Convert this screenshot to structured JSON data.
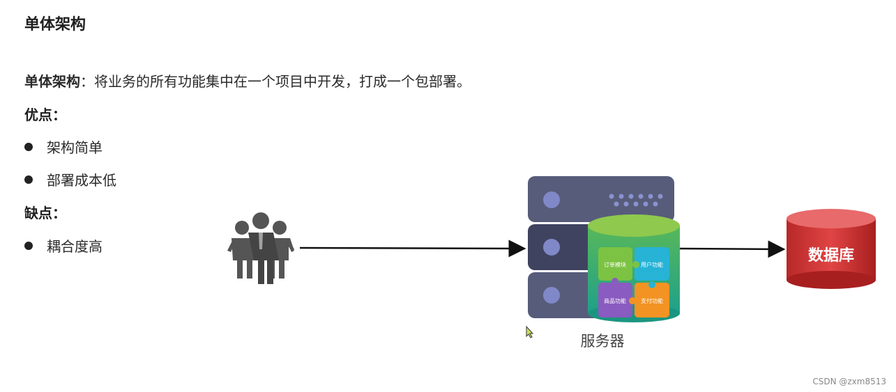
{
  "title": "单体架构",
  "description": {
    "term": "单体架构",
    "text": "：将业务的所有功能集中在一个项目中开发，打成一个包部署。"
  },
  "pros": {
    "heading": "优点：",
    "items": [
      "架构简单",
      "部署成本低"
    ]
  },
  "cons": {
    "heading": "缺点：",
    "items": [
      "耦合度高"
    ]
  },
  "diagram": {
    "server_label": "服务器",
    "database_label": "数据库",
    "modules": [
      "订单模块",
      "用户功能",
      "商品功能",
      "支付功能"
    ]
  },
  "watermark": "CSDN @zxm8513",
  "colors": {
    "server": "#555a78",
    "server_dark": "#3f4360",
    "server_dot": "#8088c8",
    "cylinder_top": "#8fc94e",
    "cylinder_body": "#2fae80",
    "module_green": "#7cc243",
    "module_blue": "#27b3d6",
    "module_purple": "#8a5bc0",
    "module_orange": "#f39323",
    "database": "#d23a3a",
    "database_top": "#e86a6a",
    "people": "#555555"
  }
}
